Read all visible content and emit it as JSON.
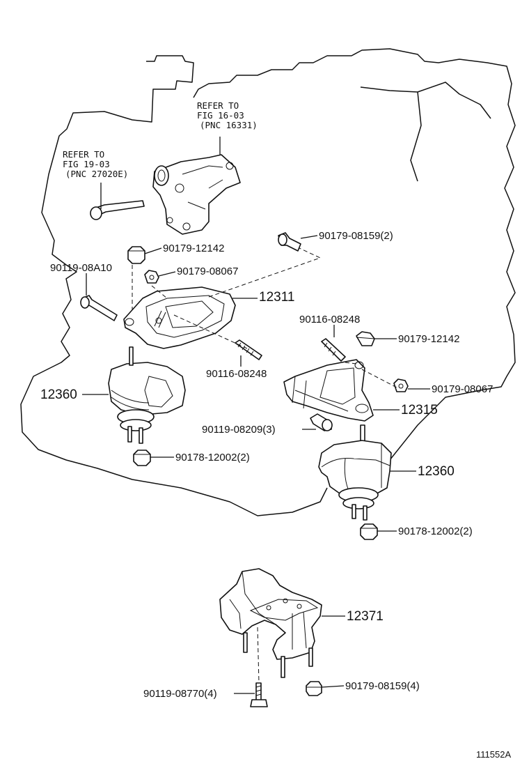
{
  "refs": {
    "ref1": {
      "line1": "REFER TO",
      "line2": "FIG 16-03",
      "line3": "(PNC 16331)"
    },
    "ref2": {
      "line1": "REFER TO",
      "line2": "FIG 19-03",
      "line3": "(PNC 27020E)"
    }
  },
  "labels": {
    "p90179_08159_2": "90179-08159(2)",
    "p90179_12142_a": "90179-12142",
    "p90119_08A10": "90119-08A10",
    "p90179_08067_a": "90179-08067",
    "p12311": "12311",
    "p90116_08248_a": "90116-08248",
    "p90179_12142_b": "90179-12142",
    "p90116_08248_b": "90116-08248",
    "p12360_a": "12360",
    "p90179_08067_b": "90179-08067",
    "p12315": "12315",
    "p90119_08209_3": "90119-08209(3)",
    "p90178_12002_2a": "90178-12002(2)",
    "p12360_b": "12360",
    "p90178_12002_2b": "90178-12002(2)",
    "p12371": "12371",
    "p90119_08770_4": "90119-08770(4)",
    "p90179_08159_4": "90179-08159(4)"
  },
  "figure_code": "111552A"
}
